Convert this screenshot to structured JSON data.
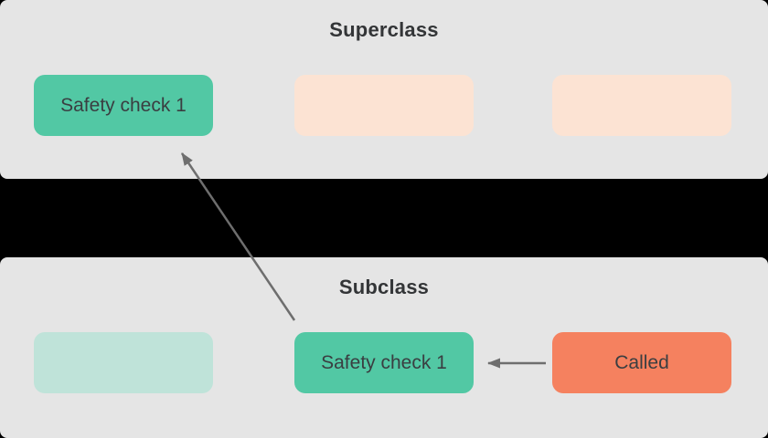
{
  "superclass": {
    "title": "Superclass",
    "boxes": [
      {
        "id": "superclass-safety-check-1",
        "label": "Safety check 1",
        "color": "#52c8a4"
      },
      {
        "id": "superclass-placeholder-1",
        "label": "",
        "color": "#fce3d3"
      },
      {
        "id": "superclass-placeholder-2",
        "label": "",
        "color": "#fce3d3"
      }
    ]
  },
  "subclass": {
    "title": "Subclass",
    "boxes": [
      {
        "id": "subclass-placeholder-1",
        "label": "",
        "color": "#bfe3d9"
      },
      {
        "id": "subclass-safety-check-1",
        "label": "Safety check 1",
        "color": "#52c8a4"
      },
      {
        "id": "subclass-called",
        "label": "Called",
        "color": "#f5815f"
      }
    ]
  },
  "arrows": [
    {
      "from": "subclass-safety-check-1",
      "to": "superclass-safety-check-1",
      "color": "#6e6e6e"
    },
    {
      "from": "subclass-called",
      "to": "subclass-safety-check-1",
      "color": "#6e6e6e"
    }
  ],
  "colors": {
    "panel_background": "#e5e5e5",
    "gap_background": "#000000",
    "active_green": "#52c8a4",
    "muted_teal": "#bfe3d9",
    "muted_peach": "#fce3d3",
    "called_orange": "#f5815f",
    "arrow_gray": "#6e6e6e",
    "text_dark": "#3a3e41",
    "title_dark": "#333537"
  }
}
